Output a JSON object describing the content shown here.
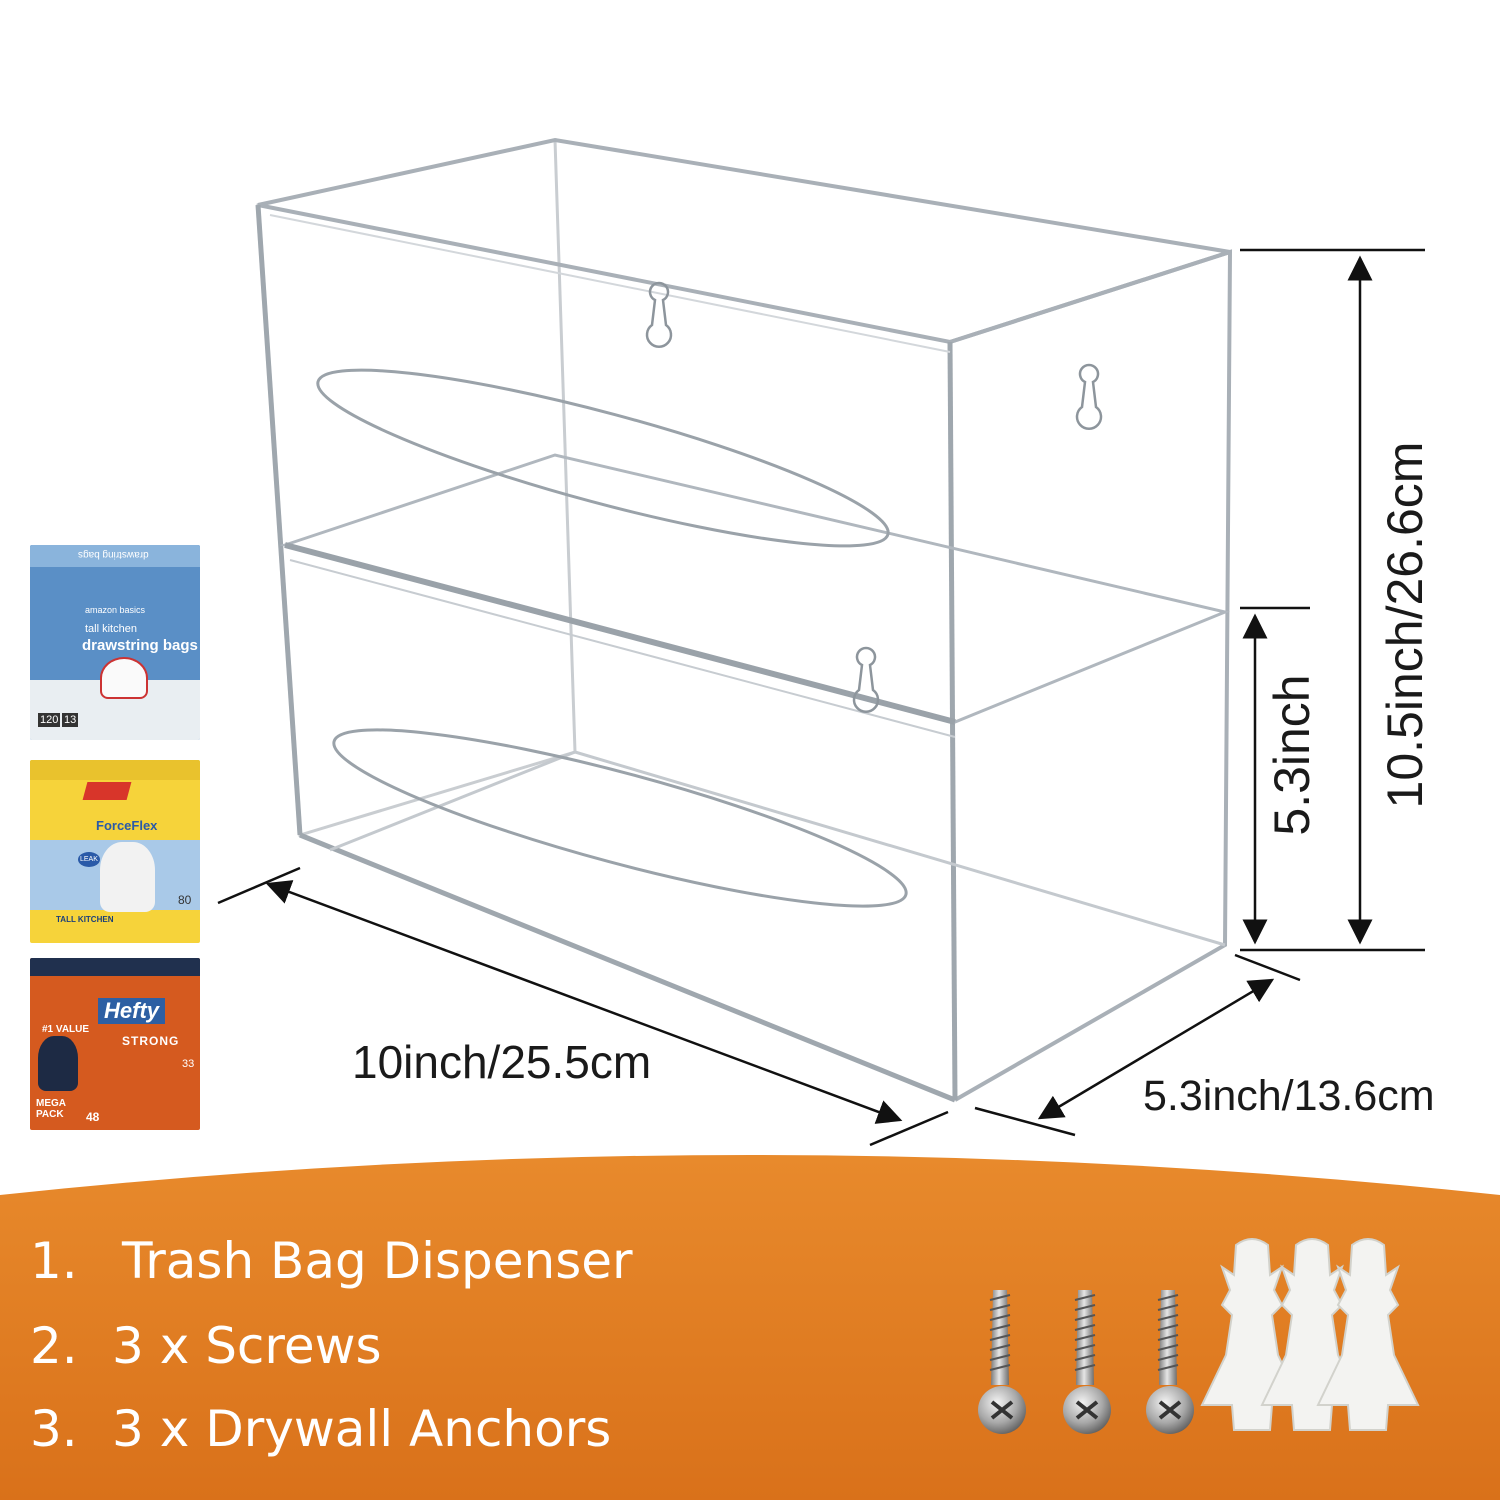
{
  "dimensions": {
    "width": "10inch/25.5cm",
    "depth": "5.3inch/13.6cm",
    "height": "10.5inch/26.6cm",
    "shelf_height": "5.3inch"
  },
  "contents": [
    {
      "number": "1.",
      "text": "Trash Bag Dispenser"
    },
    {
      "number": "2.",
      "text": "3 x Screws"
    },
    {
      "number": "3.",
      "text": "3 x Drywall Anchors"
    }
  ],
  "bag_boxes": [
    {
      "brand": "amazon basics",
      "line1": "tall kitchen",
      "line2": "drawstring bags",
      "count": "120",
      "gallons": "13",
      "top": "drawstring bags"
    },
    {
      "brand": "ForceFlex",
      "badge": "LEAK",
      "line1": "TALL KITCHEN",
      "count": "80"
    },
    {
      "brand": "Hefty",
      "badge": "#1 VALUE",
      "line1": "STRONG",
      "gallons": "33",
      "pack": "MEGA PACK",
      "count": "48"
    }
  ],
  "colors": {
    "banner": "#e07a20",
    "acrylic_edge": "#b8bec4",
    "text_dark": "#1a1a1a"
  }
}
